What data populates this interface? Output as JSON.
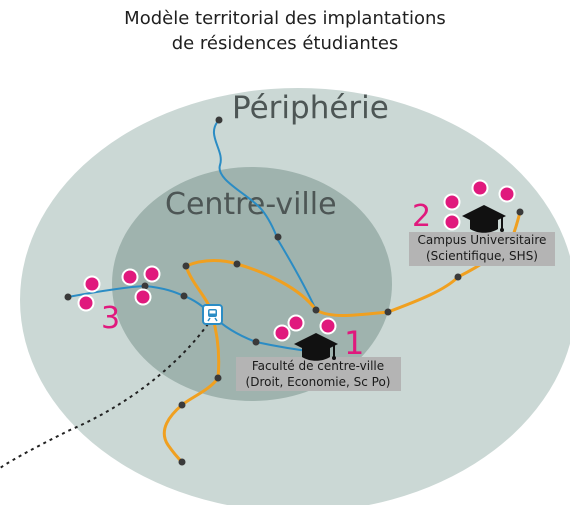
{
  "title": {
    "line1": "Modèle territorial des implantations",
    "line2": "de résidences étudiantes"
  },
  "zones": {
    "outer": "Périphérie",
    "inner": "Centre-ville"
  },
  "sites": [
    {
      "number": "1",
      "line1": "Faculté de centre-ville",
      "line2": "(Droit, Economie, Sc Po)"
    },
    {
      "number": "2",
      "line1": "Campus Universitaire",
      "line2": "(Scientifique, SHS)"
    },
    {
      "number": "3"
    }
  ],
  "icons": {
    "campus": "graduation-cap-icon",
    "station": "train-station-icon",
    "residence": "dot-icon"
  },
  "colors": {
    "outer_zone": "#cbd8d5",
    "inner_zone": "#9fb3ae",
    "residence": "#e0197d",
    "blue_line": "#2b8cc4",
    "orange_line": "#f0a020",
    "label_box": "#b4b4b4"
  }
}
